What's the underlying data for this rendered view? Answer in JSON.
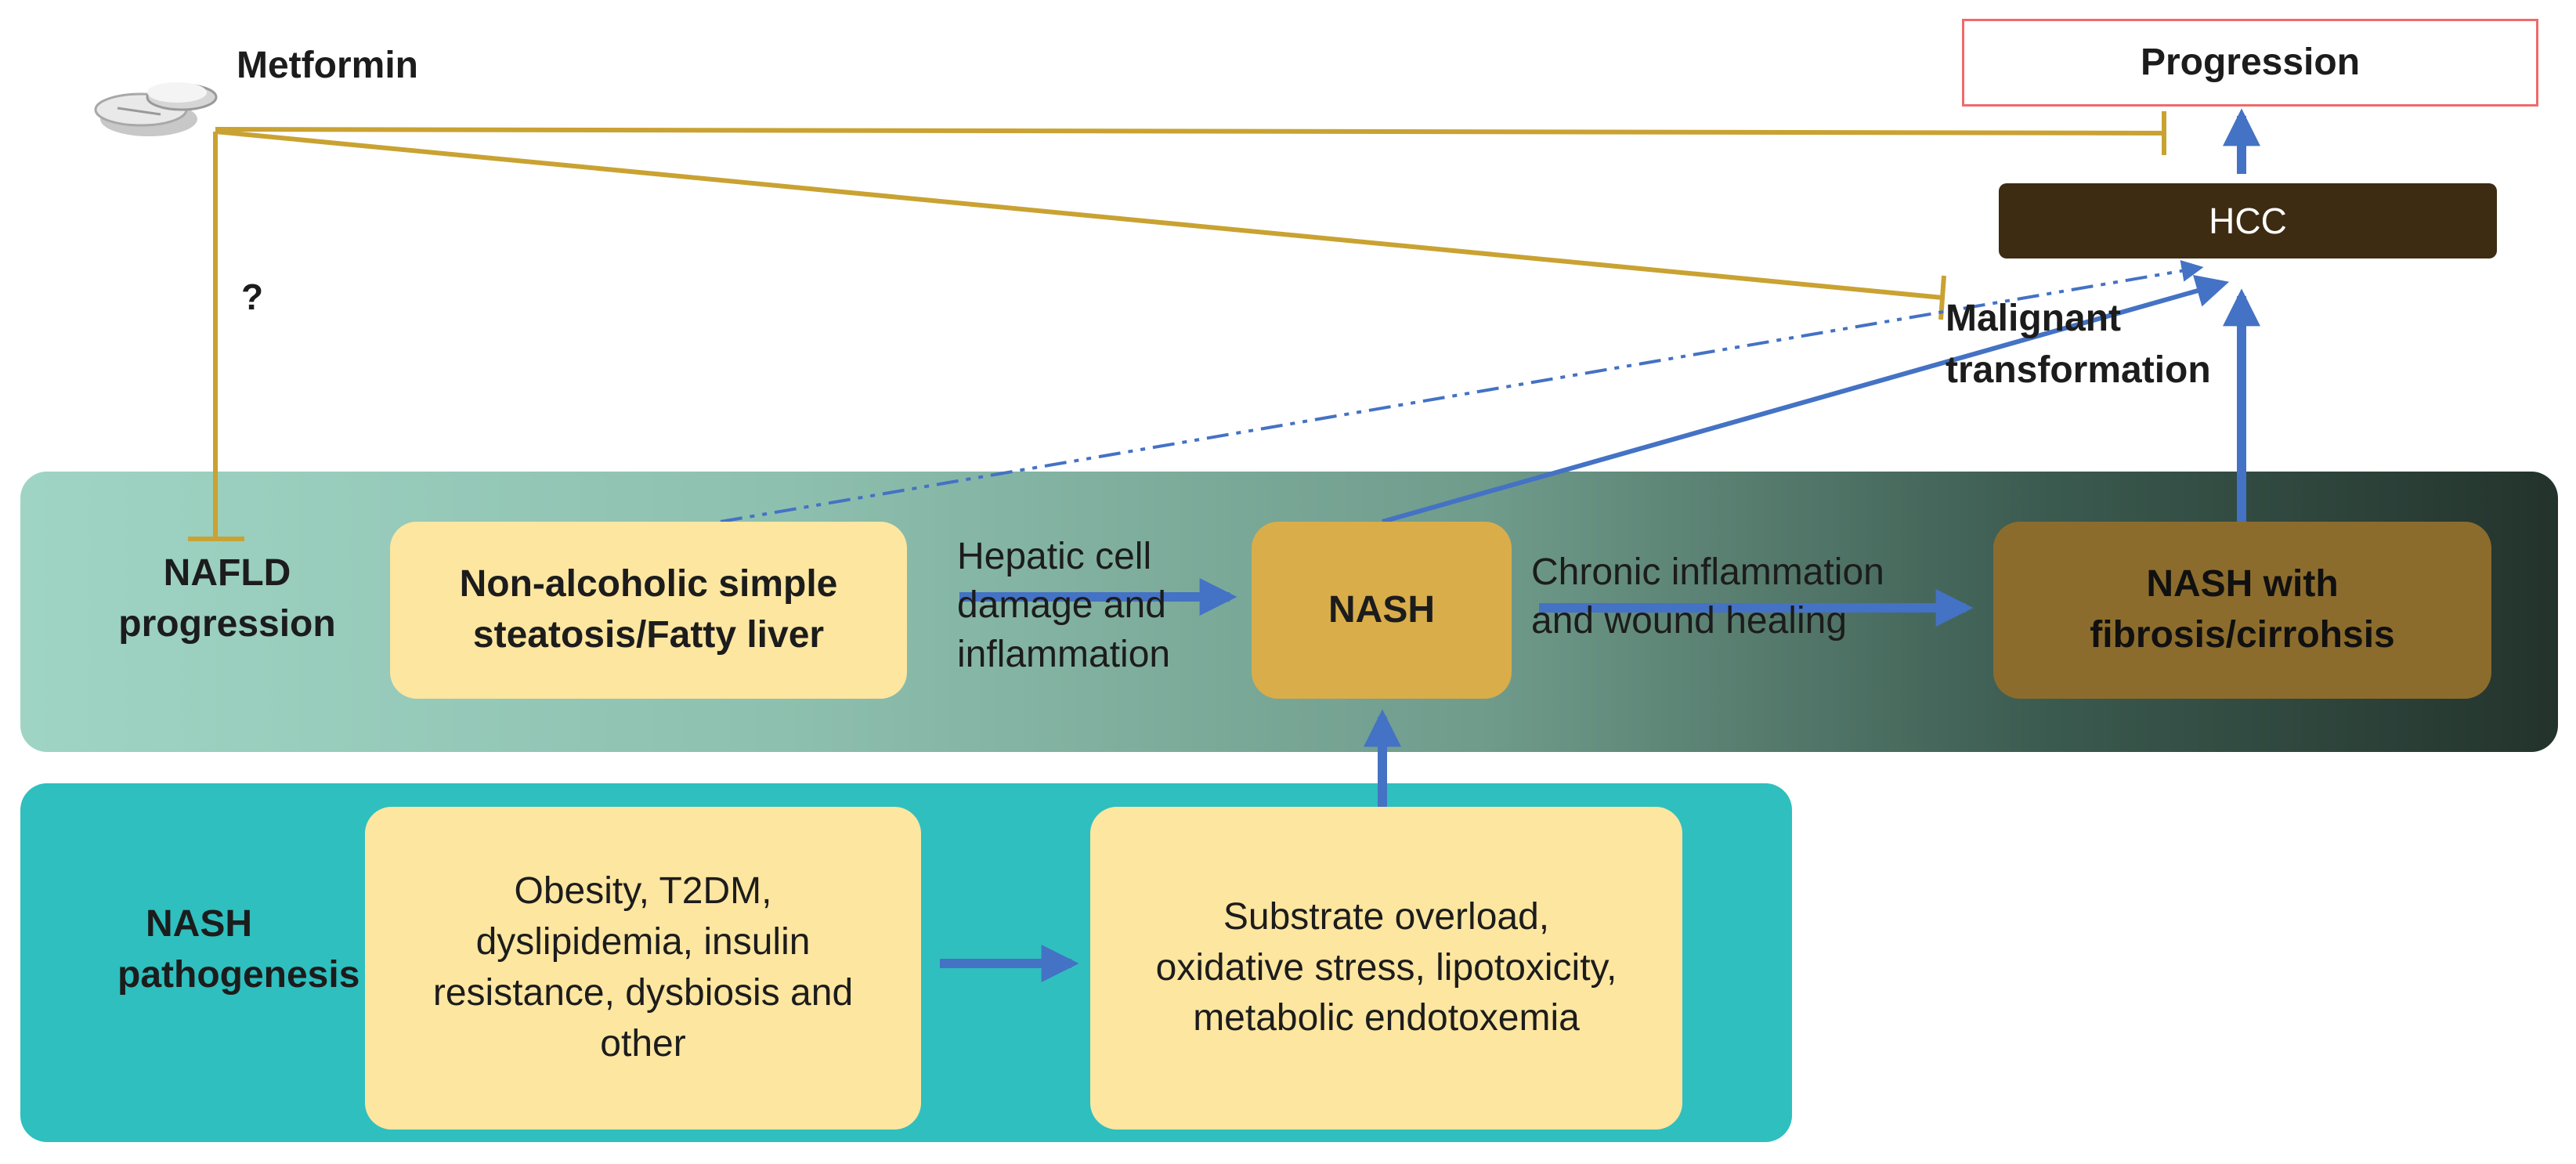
{
  "drug": {
    "label": "Metformin",
    "icon": "pill-icon"
  },
  "question_mark": "?",
  "top_outcome": {
    "label": "Progression"
  },
  "hcc": {
    "label": "HCC"
  },
  "malignant": {
    "line1": "Malignant",
    "line2": "transformation"
  },
  "nafld_band": {
    "title_line1": "NAFLD",
    "title_line2": "progression",
    "steatosis": {
      "line1": "Non-alcoholic simple",
      "line2": "steatosis/Fatty liver"
    },
    "arrow1": {
      "line1": "Hepatic cell",
      "line2": "damage and",
      "line3": "inflammation"
    },
    "nash": {
      "label": "NASH"
    },
    "arrow2": {
      "line1": "Chronic inflammation",
      "line2": "and wound healing"
    },
    "fibrosis": {
      "line1": "NASH with",
      "line2": "fibrosis/cirrohsis"
    }
  },
  "pathogenesis_band": {
    "title_line1": "NASH",
    "title_line2": "pathogenesis",
    "risk_factors": {
      "line1": "Obesity, T2DM,",
      "line2": "dyslipidemia, insulin",
      "line3": "resistance, dysbiosis and",
      "line4": "other"
    },
    "mechanisms": {
      "line1": "Substrate overload,",
      "line2": "oxidative stress, lipotoxicity,",
      "line3": "metabolic endotoxemia"
    }
  },
  "colors": {
    "inhibition_line": "#c9a232",
    "progression_arrow": "#4472c4",
    "hcc_box": "#3d2b12",
    "progression_border": "#f06a6a",
    "light_box": "#fde6a0",
    "nash_box": "#d9ad4a",
    "fibrosis_box": "#8c6c2c"
  }
}
